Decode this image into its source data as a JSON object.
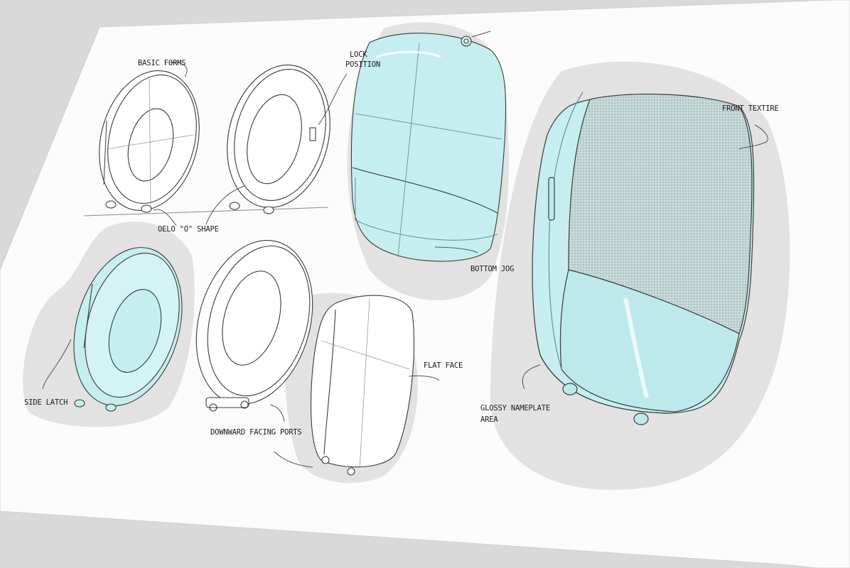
{
  "labels": {
    "basic_forms": "BASIC FORMS",
    "lock_position_line1": "LOCK",
    "lock_position_line2": "POSITION",
    "oelo_shape": "OELO \"O\" SHAPE",
    "bottom_jog": "BOTTOM JOG",
    "front_texture": "FRONT TEXTIRE",
    "side_latch": "SIDE LATCH",
    "flat_face": "FLAT FACE",
    "downward_facing_ports": "DOWNWARD FACING PORTS",
    "glossy_nameplate_line1": "GLOSSY NAMEPLATE",
    "glossy_nameplate_line2": "AREA"
  },
  "colors": {
    "background": "#d9d9d9",
    "paper": "#fbfbfb",
    "shadow": "#dedede",
    "fill_cyan": "#c6eef0",
    "fill_cyan_light": "#ddf6f7",
    "texture_gray": "#b7c9c9",
    "ink": "#3a3a3a"
  }
}
